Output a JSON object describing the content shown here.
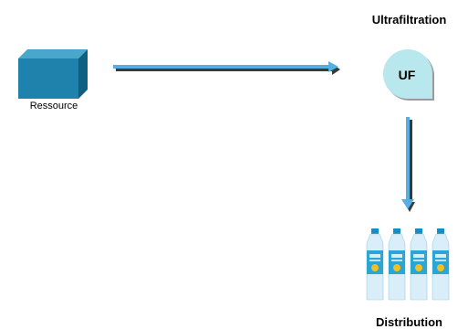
{
  "nodes": {
    "resource": {
      "label": "Ressource"
    },
    "ultrafiltration": {
      "title": "Ultrafiltration",
      "badge": "UF"
    },
    "distribution": {
      "title": "Distribution"
    }
  },
  "colors": {
    "box_front": "#1f82ac",
    "box_top": "#48a7cb",
    "box_side": "#0f5f83",
    "arrow": "#56aee2",
    "arrow_shadow": "#3a3a3a",
    "uf_fill": "#b8e7ee",
    "bottle_cap": "#1a8acb",
    "bottle_label": "#2aa5d8"
  }
}
